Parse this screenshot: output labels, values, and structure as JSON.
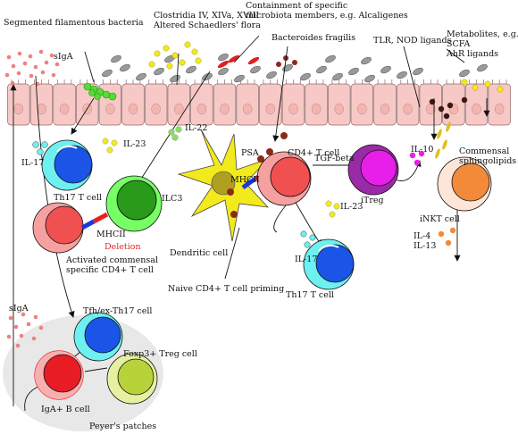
{
  "labels": {
    "sfb": "Segmented filamentous bacteria",
    "clostridia_1": "Clostridia IV, XIVa, XVIII",
    "clostridia_2": "Altered Schaedlers' flora",
    "containment_1": "Containment of specific",
    "containment_2": "microbiota members, e.g. Alcaligenes",
    "bacteroides": "Bacteroides fragilis",
    "tlr": "TLR, NOD ligands",
    "metabolites_1": "Metabolites, e.g.",
    "metabolites_2": "SCFA",
    "metabolites_3": "AhR ligands",
    "siga_top": "sIgA",
    "siga_left": "sIgA",
    "il17_a": "IL-17",
    "il23_a": "IL-23",
    "il22": "IL-22",
    "psa": "PSA",
    "cd4": "CD4+ T cell",
    "il10": "IL-10",
    "commensal_1": "Commensal",
    "commensal_2": "sphingolipids",
    "tgfb": "TGF-beta",
    "th17_a": "Th17 T cell",
    "ilc3": "ILC3",
    "mhcii_a": "MHCII",
    "mhcii_b": "MHCII",
    "deletion": "Deletion",
    "activated_1": "Activated commensal",
    "activated_2": "specific CD4+ T cell",
    "dendritic": "Dendritic cell",
    "itreg": "iTreg",
    "inkt": "iNKT cell",
    "il23_b": "IL-23",
    "il17_b": "IL-17",
    "th17_b": "Th17 T cell",
    "il4": "IL-4",
    "il13": "IL-13",
    "naive": "Naive CD4+ T cell priming",
    "tfh": "Tfh/ex-Th17 cell",
    "foxp3": "Foxp3+ Treg cell",
    "igab": "IgA+ B cell",
    "peyers": "Peyer's patches"
  },
  "colors": {
    "epithelium": "#f7c9c6",
    "th17": "#2266ee",
    "ilc3": "#44bb22",
    "dendritic": "#f2ea1c",
    "cd4": "#f06a6a",
    "itreg": "#d41fd0",
    "inkt": "#f28a3a",
    "igab": "#e81c24",
    "treg": "#b8d23a",
    "siga": "#f08080"
  }
}
